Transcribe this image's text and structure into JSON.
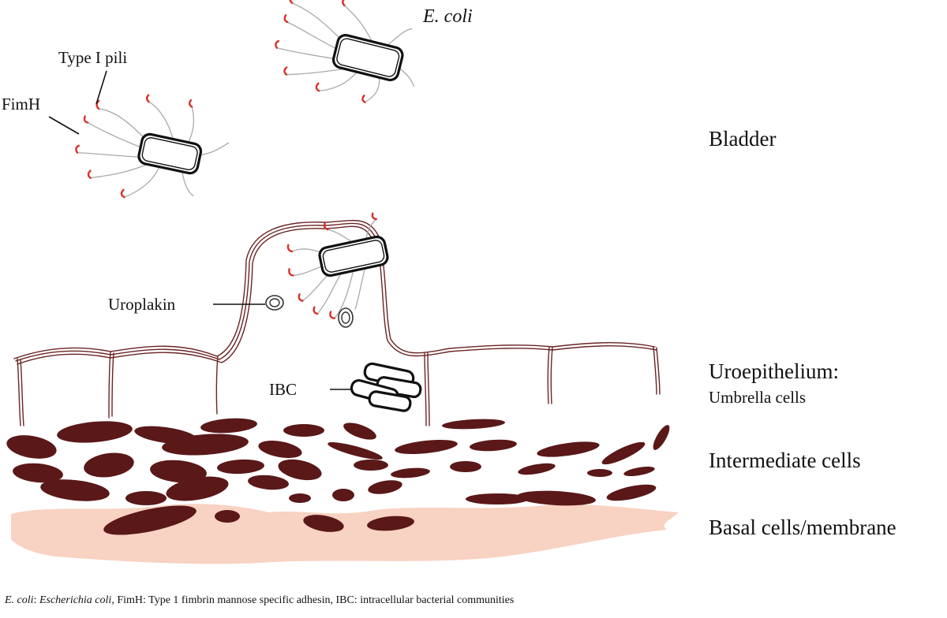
{
  "labels": {
    "ecoli": "E. coli",
    "type1_pili": "Type I pili",
    "fimh": "FimH",
    "bladder": "Bladder",
    "uroplakin": "Uroplakin",
    "ibc": "IBC",
    "uroepithelium": "Uroepithelium:",
    "umbrella_cells": "Umbrella cells",
    "intermediate_cells": "Intermediate cells",
    "basal_cells": "Basal cells/membrane"
  },
  "caption": {
    "t1": "E. coli",
    "t2": ": ",
    "t3": "Escherichia coli",
    "t4": ", FimH: Type 1 fimbrin mannose specific adhesin, IBC: intracellular bacterial communities"
  },
  "colors": {
    "tissue": "#5a1818",
    "membrane": "#f8d2c2",
    "pilus_tip": "#d8302a",
    "pilus": "#aaaaaa"
  }
}
